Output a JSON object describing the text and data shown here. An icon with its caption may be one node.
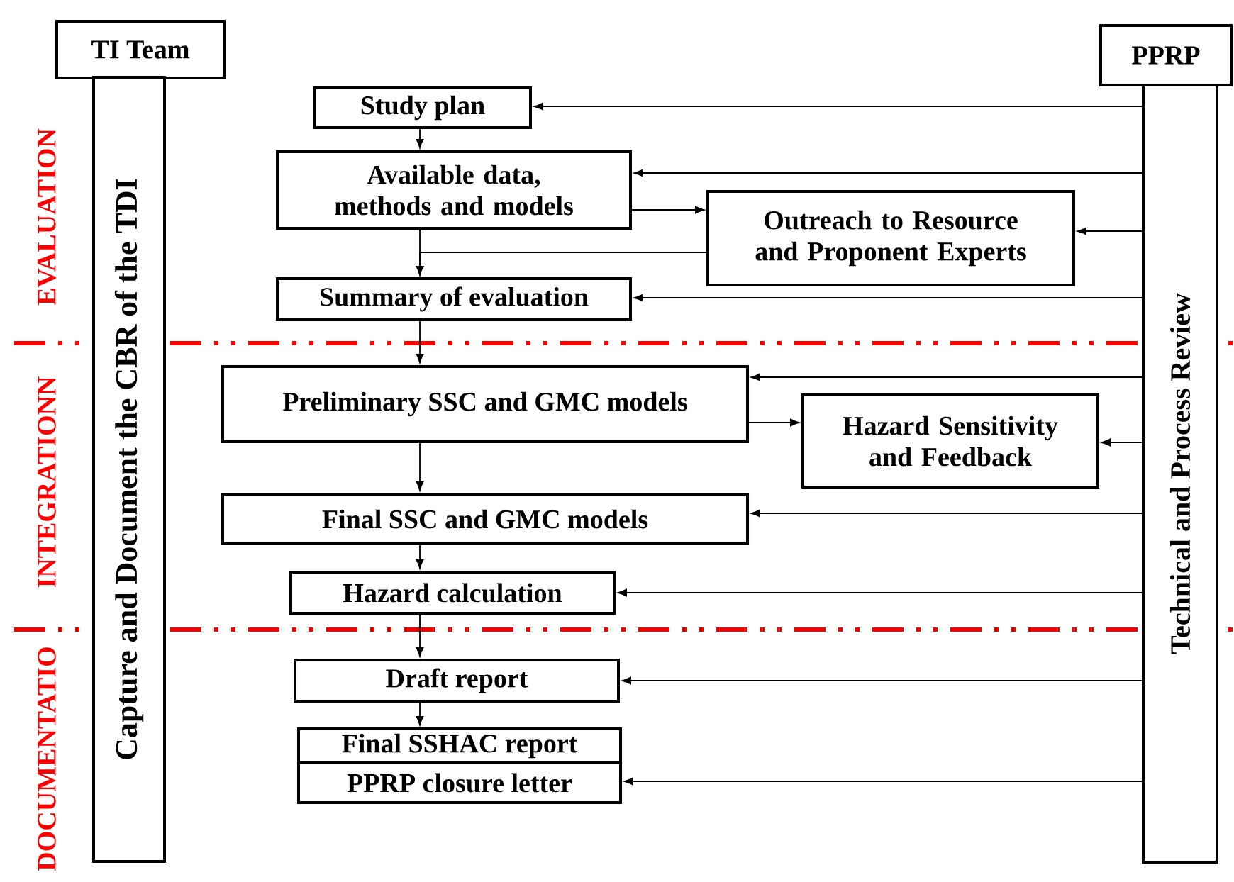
{
  "diagram": {
    "nodes": [
      {
        "text": [
          "TI Team"
        ]
      },
      {
        "text": [
          "Capture and Document the CBR of the TDI"
        ]
      },
      {
        "text": [
          "PPRP"
        ]
      },
      {
        "text": [
          "Technical and Process Review"
        ]
      },
      {
        "text": [
          "Study plan"
        ]
      },
      {
        "text": [
          "Available data, methods and models"
        ]
      },
      {
        "text": [
          "Outreach to Resource and Proponent Experts"
        ]
      },
      {
        "text": [
          "Summary of evaluation"
        ]
      },
      {
        "text": [
          "Preliminary SSC and GMC models"
        ]
      },
      {
        "text": [
          "Hazard Sensitivity and Feedback"
        ]
      },
      {
        "text": [
          "Final SSC and GMC models"
        ]
      },
      {
        "text": [
          "Hazard calculation"
        ]
      },
      {
        "text": [
          "Draft report"
        ]
      },
      {
        "text": [
          "Final SSHAC report"
        ]
      },
      {
        "text": [
          "PPRP closure letter"
        ]
      }
    ],
    "edges": [
      {
        "from": 4,
        "to": 5,
        "arrow": "to"
      },
      {
        "from": 5,
        "to": 6,
        "arrow": "to"
      },
      {
        "from": 5,
        "to": 7,
        "arrow": "to"
      },
      {
        "from": 6,
        "to": 7,
        "arrow": "to"
      },
      {
        "from": 7,
        "to": 8,
        "arrow": "to"
      },
      {
        "from": 8,
        "to": 9,
        "arrow": "to"
      },
      {
        "from": 8,
        "to": 10,
        "arrow": "to"
      },
      {
        "from": 10,
        "to": 11,
        "arrow": "to"
      },
      {
        "from": 11,
        "to": 12,
        "arrow": "to"
      },
      {
        "from": 12,
        "to": 13,
        "arrow": "to"
      },
      {
        "from": 3,
        "to": 4,
        "arrow": "to"
      },
      {
        "from": 3,
        "to": 5,
        "arrow": "to"
      },
      {
        "from": 3,
        "to": 6,
        "arrow": "to"
      },
      {
        "from": 3,
        "to": 7,
        "arrow": "to"
      },
      {
        "from": 3,
        "to": 8,
        "arrow": "to"
      },
      {
        "from": 3,
        "to": 9,
        "arrow": "to"
      },
      {
        "from": 3,
        "to": 10,
        "arrow": "to"
      },
      {
        "from": 3,
        "to": 11,
        "arrow": "to"
      },
      {
        "from": 3,
        "to": 12,
        "arrow": "to"
      },
      {
        "from": 3,
        "to": 14,
        "arrow": "to"
      }
    ],
    "labels": [
      "EVALUATION",
      "INTEGRATIONN",
      "DOCUMENTATIO"
    ]
  }
}
